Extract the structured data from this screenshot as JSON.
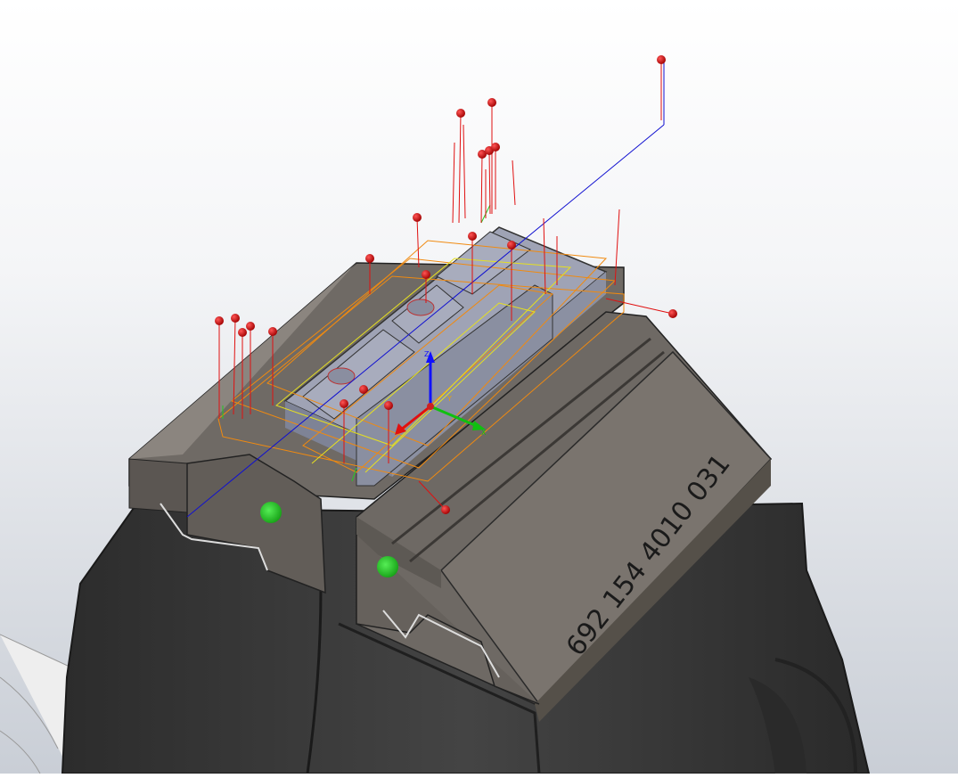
{
  "viewport": {
    "background_top": "#ffffff",
    "background_bottom": "#c9ced6"
  },
  "engraving": {
    "text": "692 154 4010 031"
  },
  "triad": {
    "x_label": "X",
    "y_label": "Y",
    "z_label": "Z"
  },
  "colors": {
    "jaw_top": "#7a746e",
    "jaw_side": "#5f5a55",
    "vise_body": "#3a3a3a",
    "workpiece": "#9fa3b5",
    "toolpath_red": "#e01010",
    "toolpath_orange": "#f08a10",
    "toolpath_yellow": "#e6e020",
    "toolpath_green": "#22cc22",
    "toolpath_blue": "#1010d0",
    "marker": "#d40000",
    "indicator": "#22cc22"
  },
  "icons": {
    "marker": "red-sphere-icon",
    "indicator": "green-dot-icon",
    "triad": "coordinate-triad-icon"
  }
}
